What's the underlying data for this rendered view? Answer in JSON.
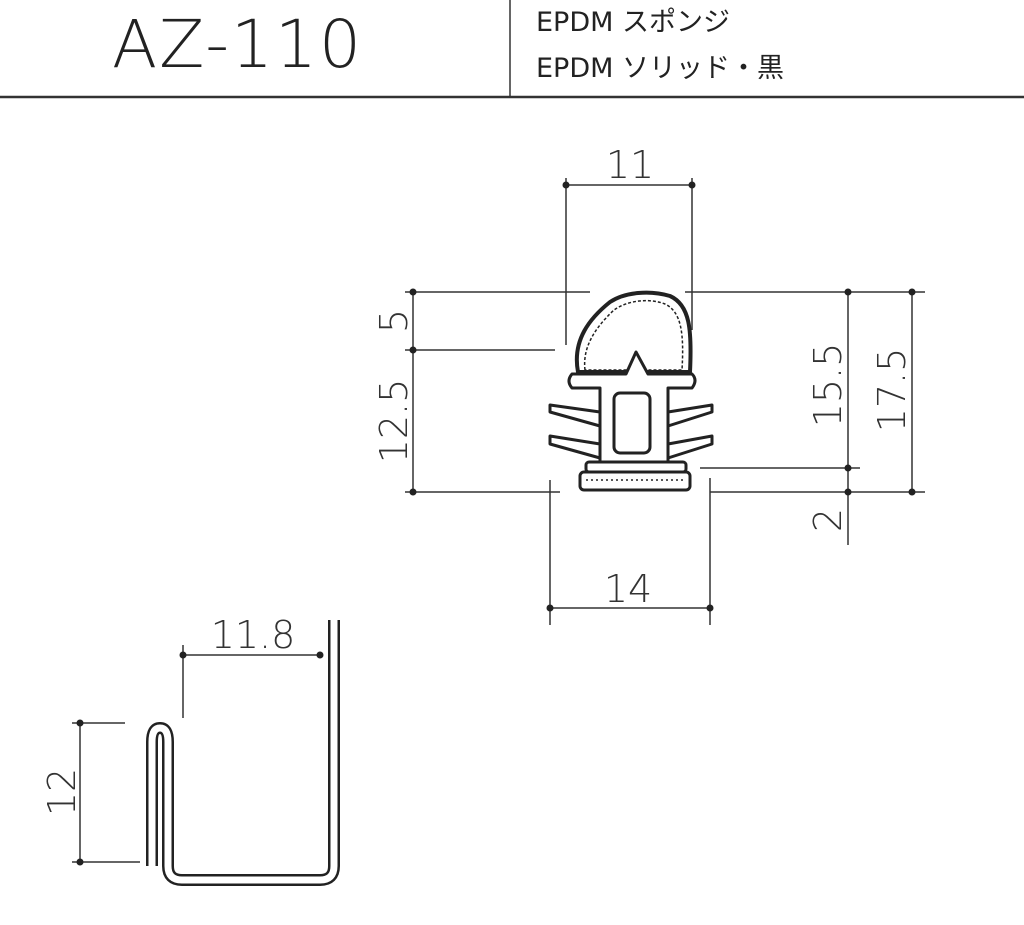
{
  "header": {
    "model": "AZ-110",
    "materials": [
      "EPDM スポンジ",
      "EPDM ソリッド・黒"
    ]
  },
  "seal_dimensions": {
    "top_width": "11",
    "bulb_height": "5",
    "body_height": "12.5",
    "height_to_base": "15.5",
    "total_height": "17.5",
    "base_thickness": "2",
    "base_width": "14"
  },
  "channel_dimensions": {
    "width": "11.8",
    "lip_height": "12"
  },
  "colors": {
    "line": "#2a2a2a",
    "background": "#ffffff"
  }
}
